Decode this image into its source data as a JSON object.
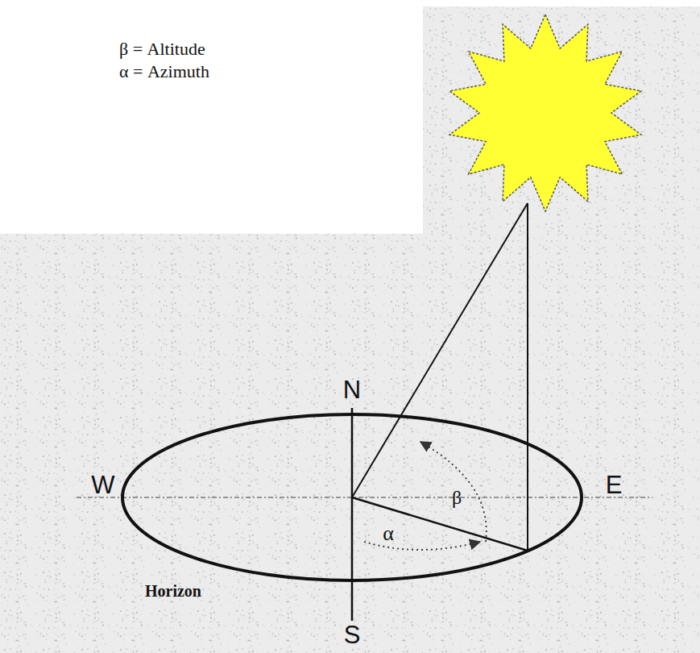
{
  "diagram": {
    "labels": [
      "β = Altitude",
      "α = Azimuth",
      "N",
      "W",
      "E",
      "S",
      "β",
      "α",
      "Horizon"
    ]
  }
}
